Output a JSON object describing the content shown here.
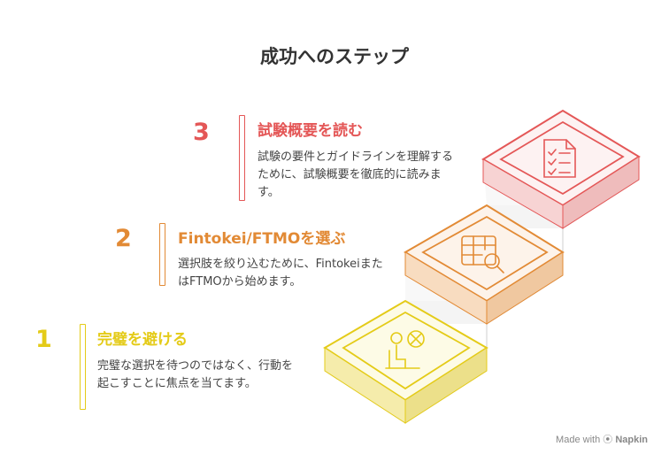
{
  "title": "成功へのステップ",
  "steps": [
    {
      "number": "1",
      "title": "完璧を避ける",
      "description": "完璧な選択を待つのではなく、行動を起こすことに焦点を当てます。",
      "color": "#e4cb18",
      "icon": "person-avoid-icon"
    },
    {
      "number": "2",
      "title": "Fintokei/FTMOを選ぶ",
      "description": "選択肢を絞り込むために、FintokeiまたはFTMOから始めます。",
      "color": "#e28a35",
      "icon": "table-search-icon"
    },
    {
      "number": "3",
      "title": "試験概要を読む",
      "description": "試験の要件とガイドラインを理解するために、試験概要を徹底的に読みます。",
      "color": "#e45757",
      "icon": "checklist-icon"
    }
  ],
  "footer": {
    "made_with": "Made with",
    "brand": "Napkin"
  }
}
